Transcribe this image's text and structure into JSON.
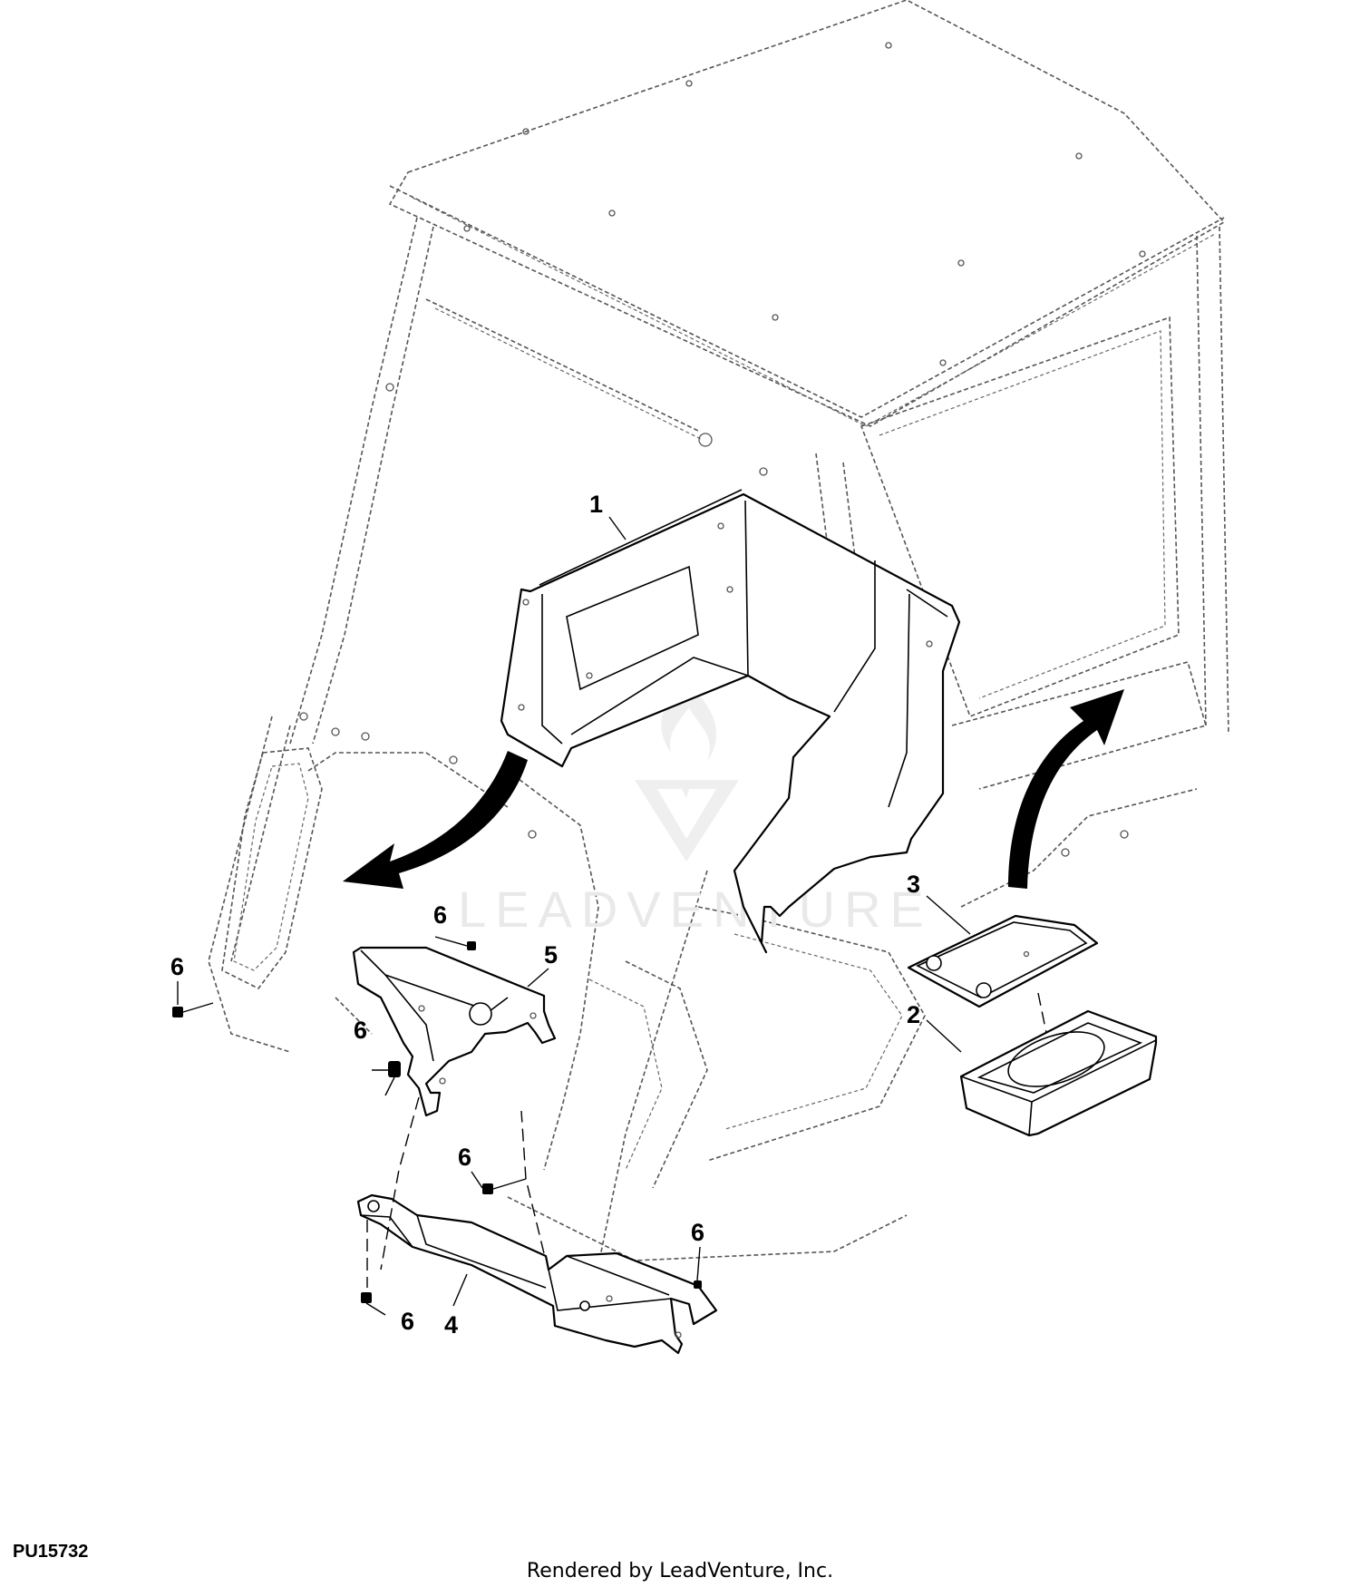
{
  "figure_id": "PU15732",
  "credit": "Rendered by LeadVenture, Inc.",
  "watermark": "LEADVENTURE",
  "callouts": [
    "1",
    "2",
    "3",
    "4",
    "5",
    "6",
    "6",
    "6",
    "6",
    "6",
    "6"
  ],
  "icons": {
    "watermark_logo": "flame-v-logo-icon",
    "flow_arrows": "curved-arrow-icon",
    "fasteners": "bolt-icon"
  },
  "colors": {
    "ink": "#000000",
    "ghost_line": "#555555",
    "watermark": "#e9e9e9",
    "background": "#ffffff"
  }
}
